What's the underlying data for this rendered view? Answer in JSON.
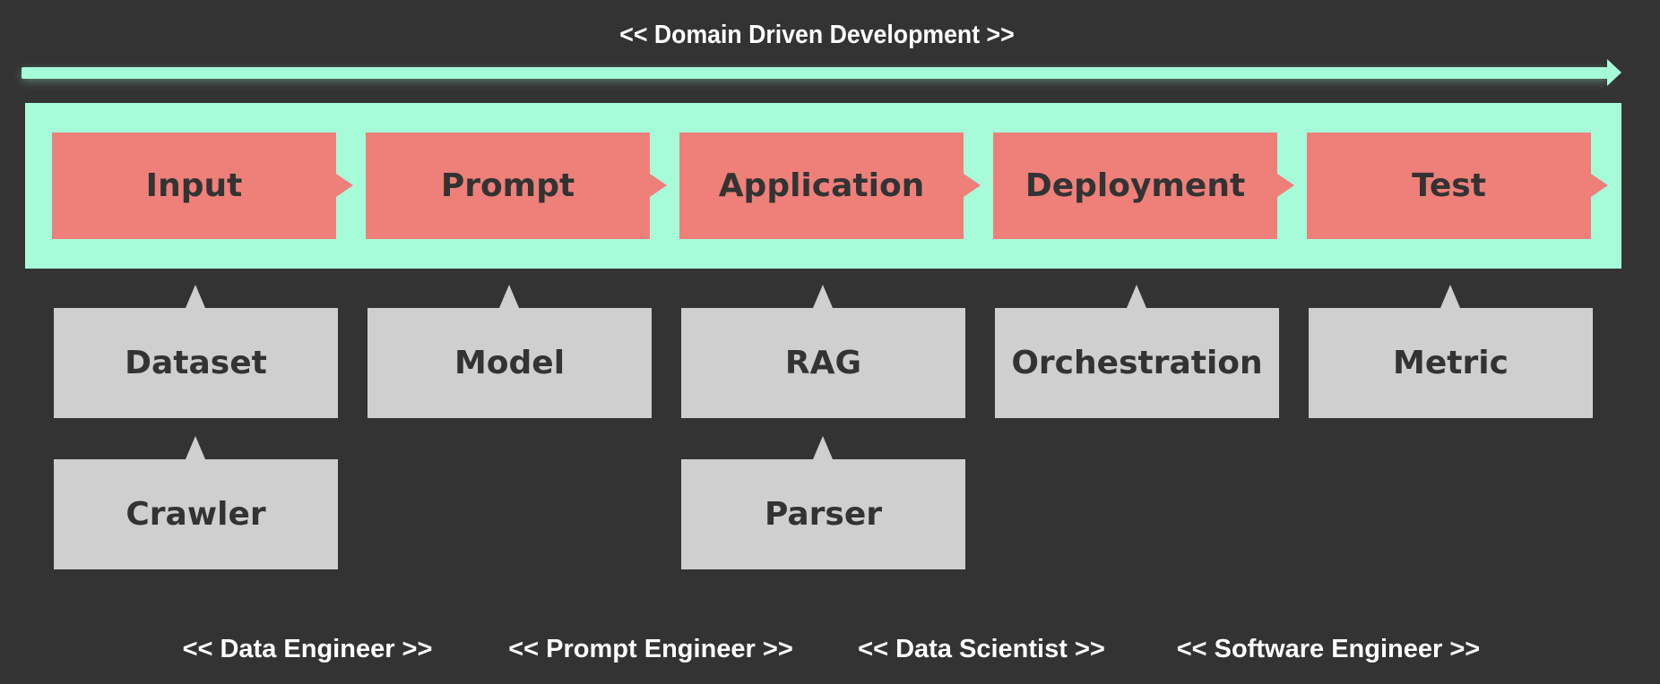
{
  "title": "<< Domain Driven Development >>",
  "colors": {
    "background": "#333333",
    "band": "#a6fcd9",
    "stage": "#ee8079",
    "component": "#cfcfcf",
    "text_dark": "#333333",
    "text_light": "#ffffff"
  },
  "stages": [
    "Input",
    "Prompt",
    "Application",
    "Deployment",
    "Test"
  ],
  "components_row1": [
    "Dataset",
    "Model",
    "RAG",
    "Orchestration",
    "Metric"
  ],
  "components_row2": {
    "input": "Crawler",
    "application": "Parser"
  },
  "roles": [
    "<< Data Engineer >>",
    "<< Prompt Engineer >>",
    "<< Data Scientist >>",
    "<< Software Engineer >>"
  ]
}
